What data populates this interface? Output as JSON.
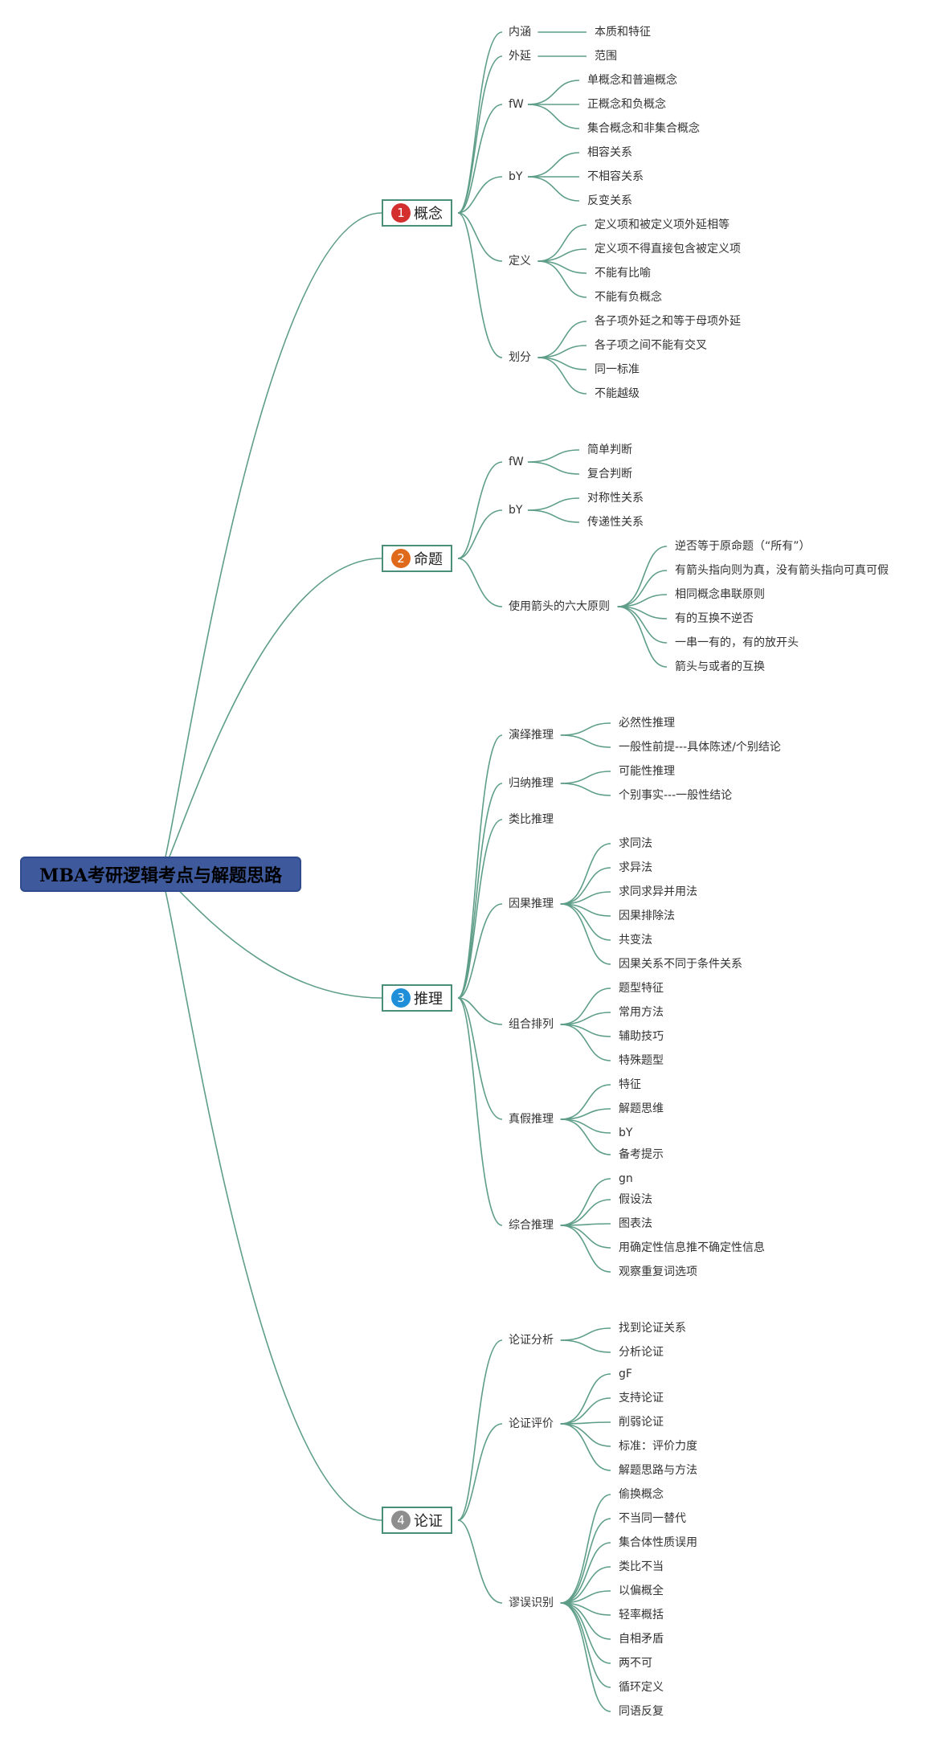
{
  "root": {
    "title": "MBA考研逻辑考点与解题思路"
  },
  "colors": {
    "line": "#5e9e88",
    "root_bg": "#3e5a9c",
    "badge_1": "#d32f2f",
    "badge_2": "#e06a1b",
    "badge_3": "#1e8fd8",
    "badge_4": "#8e8e8e"
  },
  "branches": [
    {
      "num": "1",
      "label": "概念",
      "children": [
        {
          "label": "内涵",
          "children": [
            {
              "label": "本质和特征"
            }
          ]
        },
        {
          "label": "外延",
          "children": [
            {
              "label": "范围"
            }
          ]
        },
        {
          "label": "fW",
          "children": [
            {
              "label": "单概念和普遍概念"
            },
            {
              "label": "正概念和负概念"
            },
            {
              "label": "集合概念和非集合概念"
            }
          ]
        },
        {
          "label": "bY",
          "children": [
            {
              "label": "相容关系"
            },
            {
              "label": "不相容关系"
            },
            {
              "label": "反变关系"
            }
          ]
        },
        {
          "label": "定义",
          "children": [
            {
              "label": "定义项和被定义项外延相等"
            },
            {
              "label": "定义项不得直接包含被定义项"
            },
            {
              "label": "不能有比喻"
            },
            {
              "label": "不能有负概念"
            }
          ]
        },
        {
          "label": "划分",
          "children": [
            {
              "label": "各子项外延之和等于母项外延"
            },
            {
              "label": "各子项之间不能有交叉"
            },
            {
              "label": "同一标准"
            },
            {
              "label": "不能越级"
            }
          ]
        }
      ]
    },
    {
      "num": "2",
      "label": "命题",
      "children": [
        {
          "label": "fW",
          "children": [
            {
              "label": "简单判断"
            },
            {
              "label": "复合判断"
            }
          ]
        },
        {
          "label": "bY",
          "children": [
            {
              "label": "对称性关系"
            },
            {
              "label": "传递性关系"
            }
          ]
        },
        {
          "label": "使用箭头的六大原则",
          "children": [
            {
              "label": "逆否等于原命题（“所有”）"
            },
            {
              "label": "有箭头指向则为真，没有箭头指向可真可假"
            },
            {
              "label": "相同概念串联原则"
            },
            {
              "label": "有的互换不逆否"
            },
            {
              "label": "一串一有的，有的放开头"
            },
            {
              "label": "箭头与或者的互换"
            }
          ]
        }
      ]
    },
    {
      "num": "3",
      "label": "推理",
      "children": [
        {
          "label": "演绎推理",
          "children": [
            {
              "label": "必然性推理"
            },
            {
              "label": "一般性前提---具体陈述/个别结论"
            }
          ]
        },
        {
          "label": "归纳推理",
          "children": [
            {
              "label": "可能性推理"
            },
            {
              "label": "个别事实---一般性结论"
            }
          ]
        },
        {
          "label": "类比推理",
          "children": []
        },
        {
          "label": "因果推理",
          "children": [
            {
              "label": "求同法"
            },
            {
              "label": "求异法"
            },
            {
              "label": "求同求异并用法"
            },
            {
              "label": "因果排除法"
            },
            {
              "label": "共变法"
            },
            {
              "label": "因果关系不同于条件关系"
            }
          ]
        },
        {
          "label": "组合排列",
          "children": [
            {
              "label": "题型特征"
            },
            {
              "label": "常用方法"
            },
            {
              "label": "辅助技巧"
            },
            {
              "label": "特殊题型"
            }
          ]
        },
        {
          "label": "真假推理",
          "children": [
            {
              "label": "特征"
            },
            {
              "label": "解题思维"
            },
            {
              "label": "bY"
            },
            {
              "label": "备考提示"
            }
          ]
        },
        {
          "label": "综合推理",
          "children": [
            {
              "label": "gn"
            },
            {
              "label": "假设法"
            },
            {
              "label": "图表法"
            },
            {
              "label": "用确定性信息推不确定性信息"
            },
            {
              "label": "观察重复词选项"
            }
          ]
        }
      ]
    },
    {
      "num": "4",
      "label": "论证",
      "children": [
        {
          "label": "论证分析",
          "children": [
            {
              "label": "找到论证关系"
            },
            {
              "label": "分析论证"
            }
          ]
        },
        {
          "label": "论证评价",
          "children": [
            {
              "label": "gF"
            },
            {
              "label": "支持论证"
            },
            {
              "label": "削弱论证"
            },
            {
              "label": "标准：评价力度"
            },
            {
              "label": "解题思路与方法"
            }
          ]
        },
        {
          "label": "谬误识别",
          "children": [
            {
              "label": "偷换概念"
            },
            {
              "label": "不当同一替代"
            },
            {
              "label": "集合体性质误用"
            },
            {
              "label": "类比不当"
            },
            {
              "label": "以偏概全"
            },
            {
              "label": "轻率概括"
            },
            {
              "label": "自相矛盾"
            },
            {
              "label": "两不可"
            },
            {
              "label": "循环定义"
            },
            {
              "label": "同语反复"
            }
          ]
        }
      ]
    }
  ]
}
